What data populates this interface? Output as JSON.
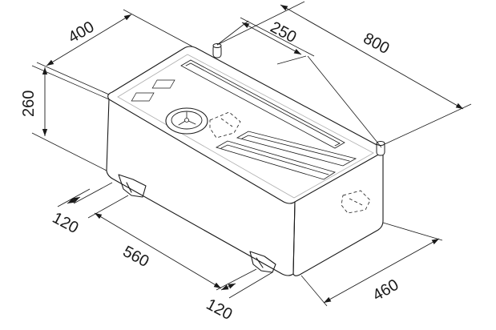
{
  "dimensions": {
    "top_depth": "400",
    "inlet_offset": "250",
    "length": "800",
    "height": "260",
    "foot_front_left": "120",
    "foot_spacing": "560",
    "foot_front_right": "120",
    "width": "460"
  }
}
